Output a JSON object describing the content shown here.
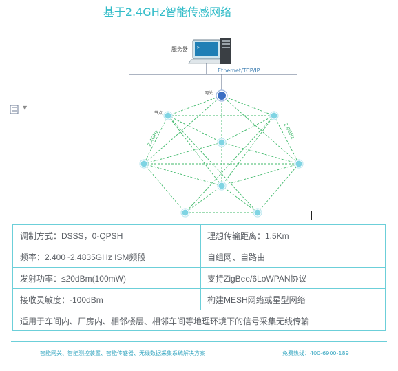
{
  "title": "基于2.4GHz智能传感网络",
  "diagram": {
    "server_label": "服务器",
    "bus_label": "Ethemet/TCP/IP",
    "gateway_label": "网关",
    "node_label": "节点",
    "link_label_left": "2.4GHz",
    "link_label_right": "2.4GHz"
  },
  "specs": [
    {
      "left": "调制方式：DSSS，0-QPSH",
      "right": "理想传输距离：1.5Km"
    },
    {
      "left": "频率：2.400~2.4835GHz ISM频段",
      "right": "自组网、自路由"
    },
    {
      "left": "发射功率：≤20dBm(100mW)",
      "right": "支持ZigBee/6LoWPAN协议"
    },
    {
      "left": "接收灵敏度：-100dBm",
      "right": "构建MESH网络或星型网络"
    },
    {
      "full": "适用于车间内、厂房内、相邻楼层、相邻车间等地理环境下的信号采集无线传输"
    }
  ],
  "footer": {
    "left": "智能网关、智能测控装置、智能传感器、无线数据采集系统解决方案",
    "right": "免费热线：400-6900-189"
  },
  "colors": {
    "accent": "#32bcc8",
    "link": "#3fb96a",
    "node": "#7fd4e3",
    "gateway": "#3b6fc4"
  }
}
